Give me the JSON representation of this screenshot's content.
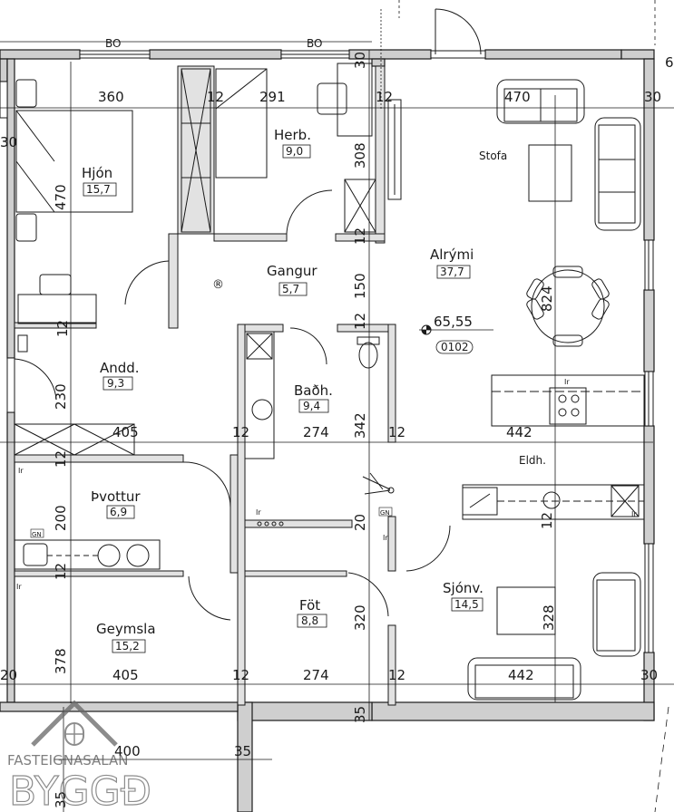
{
  "rooms": {
    "hjon": {
      "name": "Hjón",
      "area": "15,7"
    },
    "herb": {
      "name": "Herb.",
      "area": "9,0"
    },
    "stofa": {
      "name": "Stofa"
    },
    "alrymi": {
      "name": "Alrými",
      "area": "37,7"
    },
    "gangur": {
      "name": "Gangur",
      "area": "5,7"
    },
    "andd": {
      "name": "Andd.",
      "area": "9,3"
    },
    "badh": {
      "name": "Baðh.",
      "area": "9,4"
    },
    "thvottur": {
      "name": "Þvottur",
      "area": "6,9"
    },
    "eldh": {
      "name": "Eldh."
    },
    "fot": {
      "name": "Föt",
      "area": "8,8"
    },
    "sjonv": {
      "name": "Sjónv.",
      "area": "14,5"
    },
    "geymsla": {
      "name": "Geymsla",
      "area": "15,2"
    }
  },
  "elevation": {
    "level": "65,55",
    "code": "0102"
  },
  "dimensions": {
    "top_360": "360",
    "top_12a": "12",
    "top_291": "291",
    "top_12b": "12",
    "top_470": "470",
    "top_30r": "30",
    "top_30": "30",
    "top_6": "6",
    "left_30": "30",
    "v_470": "470",
    "v_308": "308",
    "v_12a": "12",
    "v_150": "150",
    "v_12b": "12",
    "v_824": "824",
    "v_12c": "12",
    "v_230": "230",
    "v_342": "342",
    "v_12d": "12",
    "v_200": "200",
    "v_12e": "12",
    "v_20": "20",
    "v_12f": "12",
    "v_320": "320",
    "v_378": "378",
    "v_328": "328",
    "v_35a": "35",
    "v_35b": "35",
    "mid_405": "405",
    "mid_12a": "12",
    "mid_274": "274",
    "mid_12b": "12",
    "mid_442": "442",
    "bot_20": "20",
    "bot_405": "405",
    "bot_12a": "12",
    "bot_274": "274",
    "bot_12b": "12",
    "bot_442": "442",
    "bot_30": "30",
    "low_400": "400",
    "low_35": "35",
    "bo_left": "BO",
    "bo_right": "BO"
  },
  "tags": {
    "ir": "Ir",
    "gn": "GN",
    "reg": "®"
  },
  "logo": {
    "line1": "FASTEIGNASALAN",
    "line2": "BYGGÐ"
  },
  "colors": {
    "wall": "#c8c8c8",
    "line": "#1a1a1a",
    "logo": "#555555"
  }
}
